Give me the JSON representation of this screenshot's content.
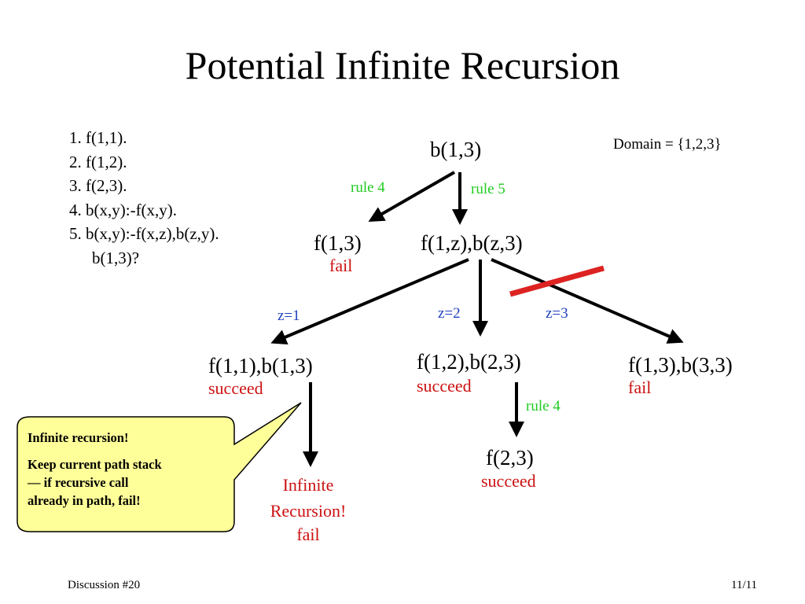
{
  "title": "Potential Infinite Recursion",
  "rules": [
    "1. f(1,1).",
    "2. f(1,2).",
    "3. f(2,3).",
    "4. b(x,y):-f(x,y).",
    "5. b(x,y):-f(x,z),b(z,y)."
  ],
  "query": "b(1,3)?",
  "domain": "Domain = {1,2,3}",
  "nodes": {
    "root": "b(1,3)",
    "f13": "f(1,3)",
    "f1z_b z3": "",
    "f1z": "f(1,z),b(z,3)",
    "f11_b13": "f(1,1),b(1,3)",
    "f12_b23": "f(1,2),b(2,3)",
    "f13_b33": "f(1,3),b(3,3)",
    "f23": "f(2,3)",
    "infinite_1": "Infinite",
    "infinite_2": "Recursion!"
  },
  "edge_labels": {
    "rule4_left": "rule 4",
    "rule5": "rule 5",
    "z1": "z=1",
    "z2": "z=2",
    "z3": "z=3",
    "rule4_lower": "rule 4"
  },
  "outcomes": {
    "f13": "fail",
    "f11_b13": "succeed",
    "f12_b23": "succeed",
    "f13_b33": "fail",
    "f23": "succeed",
    "infinite": "fail"
  },
  "callout": {
    "heading": "Infinite recursion!",
    "line1": "Keep current path stack",
    "line2": "— if recursive call",
    "line3": "already in path, fail!",
    "fill": "#ffff99"
  },
  "footer": {
    "left": "Discussion #20",
    "right": "11/11"
  },
  "colors": {
    "rule_label": "#22cc22",
    "binding_label": "#1f3fbf",
    "outcome": "#cc1111",
    "strike": "#dd2222"
  }
}
